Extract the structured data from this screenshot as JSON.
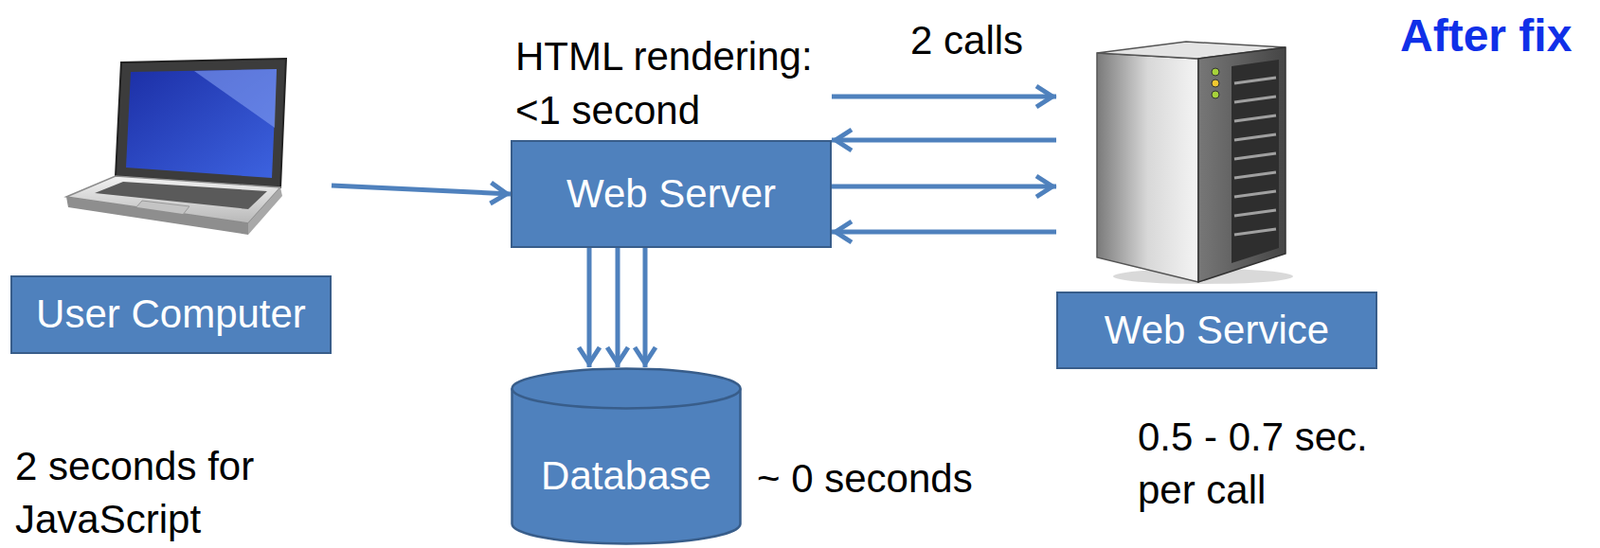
{
  "diagram": {
    "title": "After fix",
    "nodes": [
      {
        "text": [
          "User Computer"
        ]
      },
      {
        "text": [
          "HTML rendering: <1 second",
          "Web Server"
        ]
      },
      {
        "text": [
          "Database"
        ]
      },
      {
        "text": [
          "Web Service"
        ]
      }
    ],
    "edges": [
      {
        "from": 0,
        "to": 1,
        "arrow": "to"
      },
      {
        "from": 1,
        "to": 3,
        "arrow": "to"
      },
      {
        "from": 3,
        "to": 1,
        "arrow": "to"
      },
      {
        "from": 1,
        "to": 3,
        "arrow": "to"
      },
      {
        "from": 3,
        "to": 1,
        "arrow": "to"
      },
      {
        "from": 1,
        "to": 2,
        "arrow": "to"
      },
      {
        "from": 1,
        "to": 2,
        "arrow": "to"
      },
      {
        "from": 1,
        "to": 2,
        "arrow": "to"
      }
    ],
    "labels": [
      "2 calls",
      "2 seconds for JavaScript",
      "~ 0 seconds",
      "0.5 - 0.7 sec. per call"
    ]
  }
}
